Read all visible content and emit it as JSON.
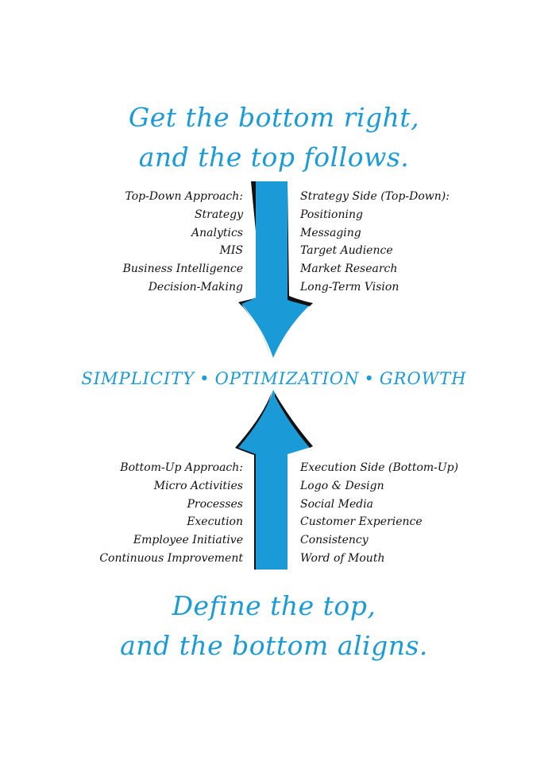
{
  "headline_top": {
    "line1": "Get the bottom right,",
    "line2": "and the top follows."
  },
  "top_left": {
    "items": [
      "Top-Down Approach:",
      "Strategy",
      "Analytics",
      "MIS",
      "Business Intelligence",
      "Decision-Making"
    ]
  },
  "top_right": {
    "items": [
      "Strategy Side (Top-Down):",
      "Positioning",
      "Messaging",
      "Target Audience",
      "Market Research",
      "Long-Term Vision"
    ]
  },
  "tagline": {
    "items": [
      "SIMPLICITY",
      "OPTIMIZATION",
      "GROWTH"
    ],
    "separator": "•"
  },
  "bottom_left": {
    "items": [
      "Bottom-Up Approach:",
      "Micro Activities",
      "Processes",
      "Execution",
      "Employee Initiative",
      "Continuous Improvement"
    ]
  },
  "bottom_right": {
    "items": [
      "Execution Side (Bottom-Up)",
      "Logo & Design",
      "Social Media",
      "Customer Experience",
      "Consistency",
      "Word of Mouth"
    ]
  },
  "headline_bottom": {
    "line1": "Define the top,",
    "line2": "and the bottom aligns."
  },
  "colors": {
    "accent": "#1a9ad6",
    "shadow": "#111111",
    "text": "#111111"
  }
}
